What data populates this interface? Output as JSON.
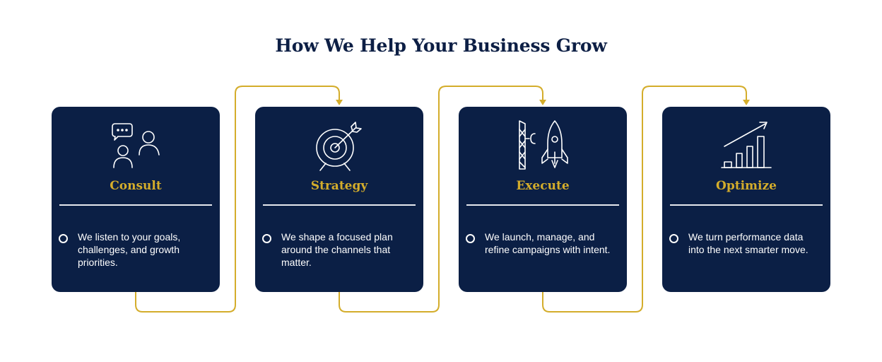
{
  "title": "How We Help Your Business Grow",
  "colors": {
    "card_background": "#0b1f45",
    "accent": "#d4ad2b",
    "title_text": "#0d1f45",
    "body_text": "#ffffff"
  },
  "steps": [
    {
      "title": "Consult",
      "description": "We listen to your goals, challenges, and growth priorities.",
      "icon": "consultation-people-icon"
    },
    {
      "title": "Strategy",
      "description": "We shape a focused plan around the channels that matter.",
      "icon": "target-arrow-icon"
    },
    {
      "title": "Execute",
      "description": "We launch, manage, and refine campaigns with intent.",
      "icon": "rocket-launch-icon"
    },
    {
      "title": "Optimize",
      "description": "We turn performance data into the next smarter move.",
      "icon": "growth-chart-icon"
    }
  ]
}
